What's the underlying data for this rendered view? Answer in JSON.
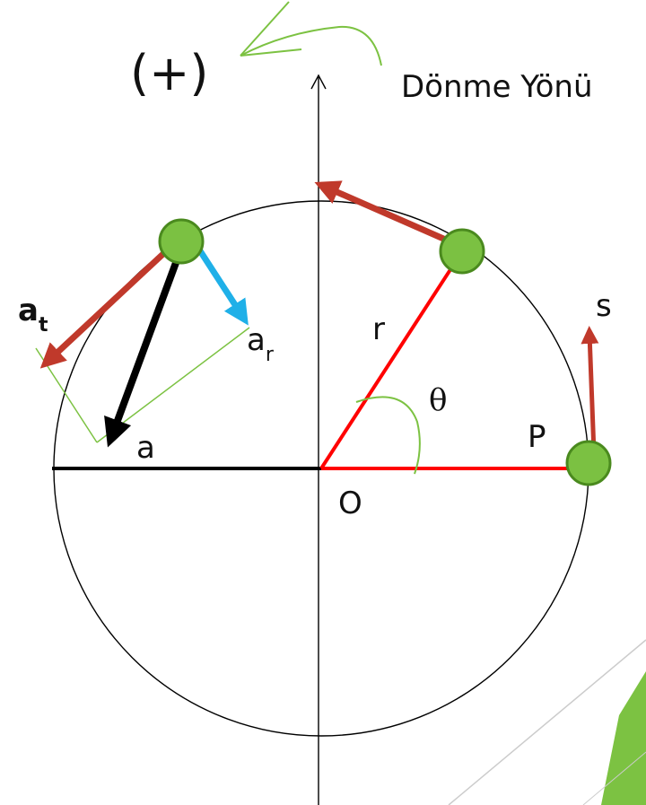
{
  "labels": {
    "positive_sign": "(+)",
    "rotation_direction": "Dönme Yönü",
    "radius": "r",
    "angle": "θ",
    "point_p": "P",
    "origin": "O",
    "arc_length": "s",
    "acceleration": "a",
    "tangential_acc_base": "a",
    "tangential_acc_sub": "t",
    "radial_acc_base": "a",
    "radial_acc_sub": "r"
  },
  "colors": {
    "circle": "#000000",
    "radius_line": "#ff0000",
    "vector_red": "#c0392b",
    "vector_black": "#000000",
    "vector_blue": "#1fb0e8",
    "particle_fill": "#7bc142",
    "particle_stroke": "#4a8a1e",
    "guide_green": "#7cc242",
    "corner_green": "#7cc242",
    "corner_line": "#cccccc"
  },
  "icons": {
    "rotation_arrow": "curved-arrow-icon",
    "particle": "green-dot-icon"
  }
}
